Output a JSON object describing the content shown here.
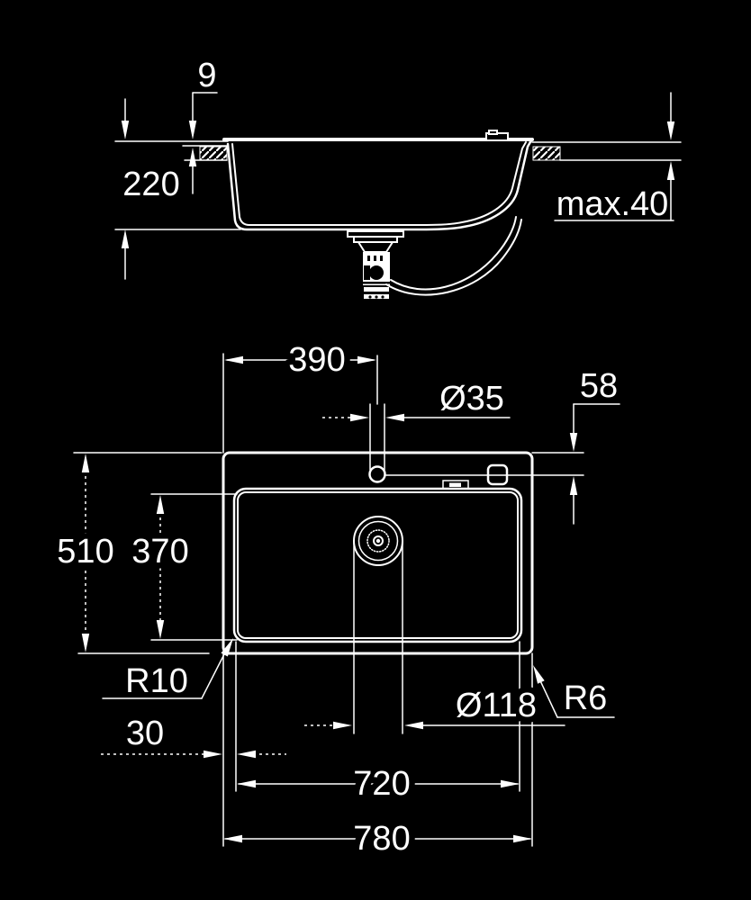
{
  "page": {
    "background_color": "#000000",
    "line_color": "#ffffff",
    "description": "Technical installation drawing of a kitchen sink, front section view and top plan view with dimensions in mm"
  },
  "views": {
    "section": {
      "title": "front-section-view",
      "dims": {
        "rim_height": "9",
        "bowl_depth": "220",
        "counter_thickness": "max.40"
      }
    },
    "plan": {
      "title": "top-plan-view",
      "dims": {
        "tap_center_from_left": "390",
        "tap_hole_diameter": "Ø35",
        "tap_center_from_back": "58",
        "total_depth": "510",
        "bowl_inner_depth": "370",
        "inner_corner_radius": "R10",
        "rim_to_bowl_offset": "30",
        "drain_diameter": "Ø118",
        "outer_corner_radius": "R6",
        "bowl_inner_width": "720",
        "total_width": "780"
      }
    }
  }
}
